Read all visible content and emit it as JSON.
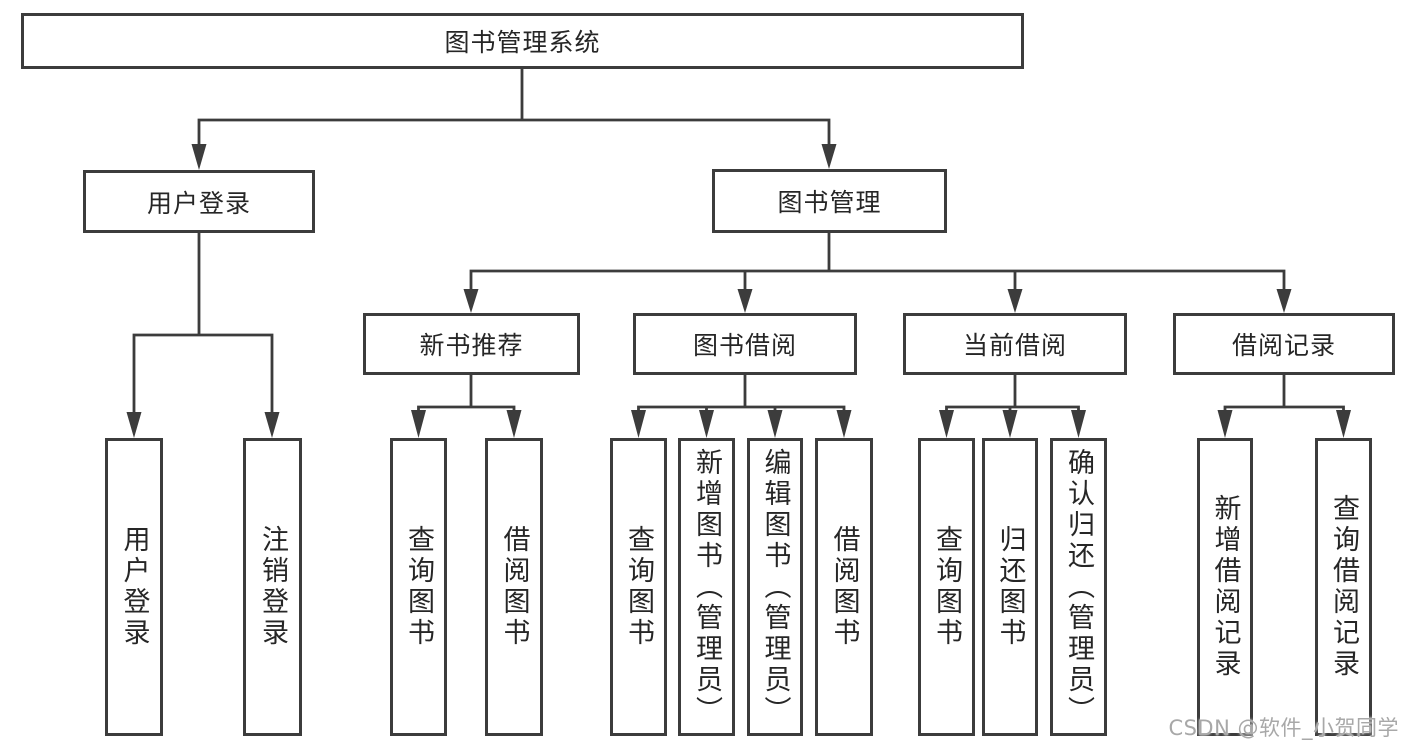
{
  "colors": {
    "background": "#ffffff",
    "line": "#3c3c3c",
    "node_text": "#262626",
    "watermark_text": "#a8a8a8"
  },
  "watermark": {
    "text": "CSDN @软件_小贺同学"
  },
  "tree": {
    "label": "图书管理系统",
    "children": [
      {
        "label": "用户登录",
        "children": [
          {
            "label": "用户登录"
          },
          {
            "label": "注销登录"
          }
        ]
      },
      {
        "label": "图书管理",
        "children": [
          {
            "label": "新书推荐",
            "children": [
              {
                "label": "查询图书"
              },
              {
                "label": "借阅图书"
              }
            ]
          },
          {
            "label": "图书借阅",
            "children": [
              {
                "label": "查询图书"
              },
              {
                "label": "新增图书（管理员）"
              },
              {
                "label": "编辑图书（管理员）"
              },
              {
                "label": "借阅图书"
              }
            ]
          },
          {
            "label": "当前借阅",
            "children": [
              {
                "label": "查询图书"
              },
              {
                "label": "归还图书"
              },
              {
                "label": "确认归还（管理员）"
              }
            ]
          },
          {
            "label": "借阅记录",
            "children": [
              {
                "label": "新增借阅记录"
              },
              {
                "label": "查询借阅记录"
              }
            ]
          }
        ]
      }
    ]
  }
}
